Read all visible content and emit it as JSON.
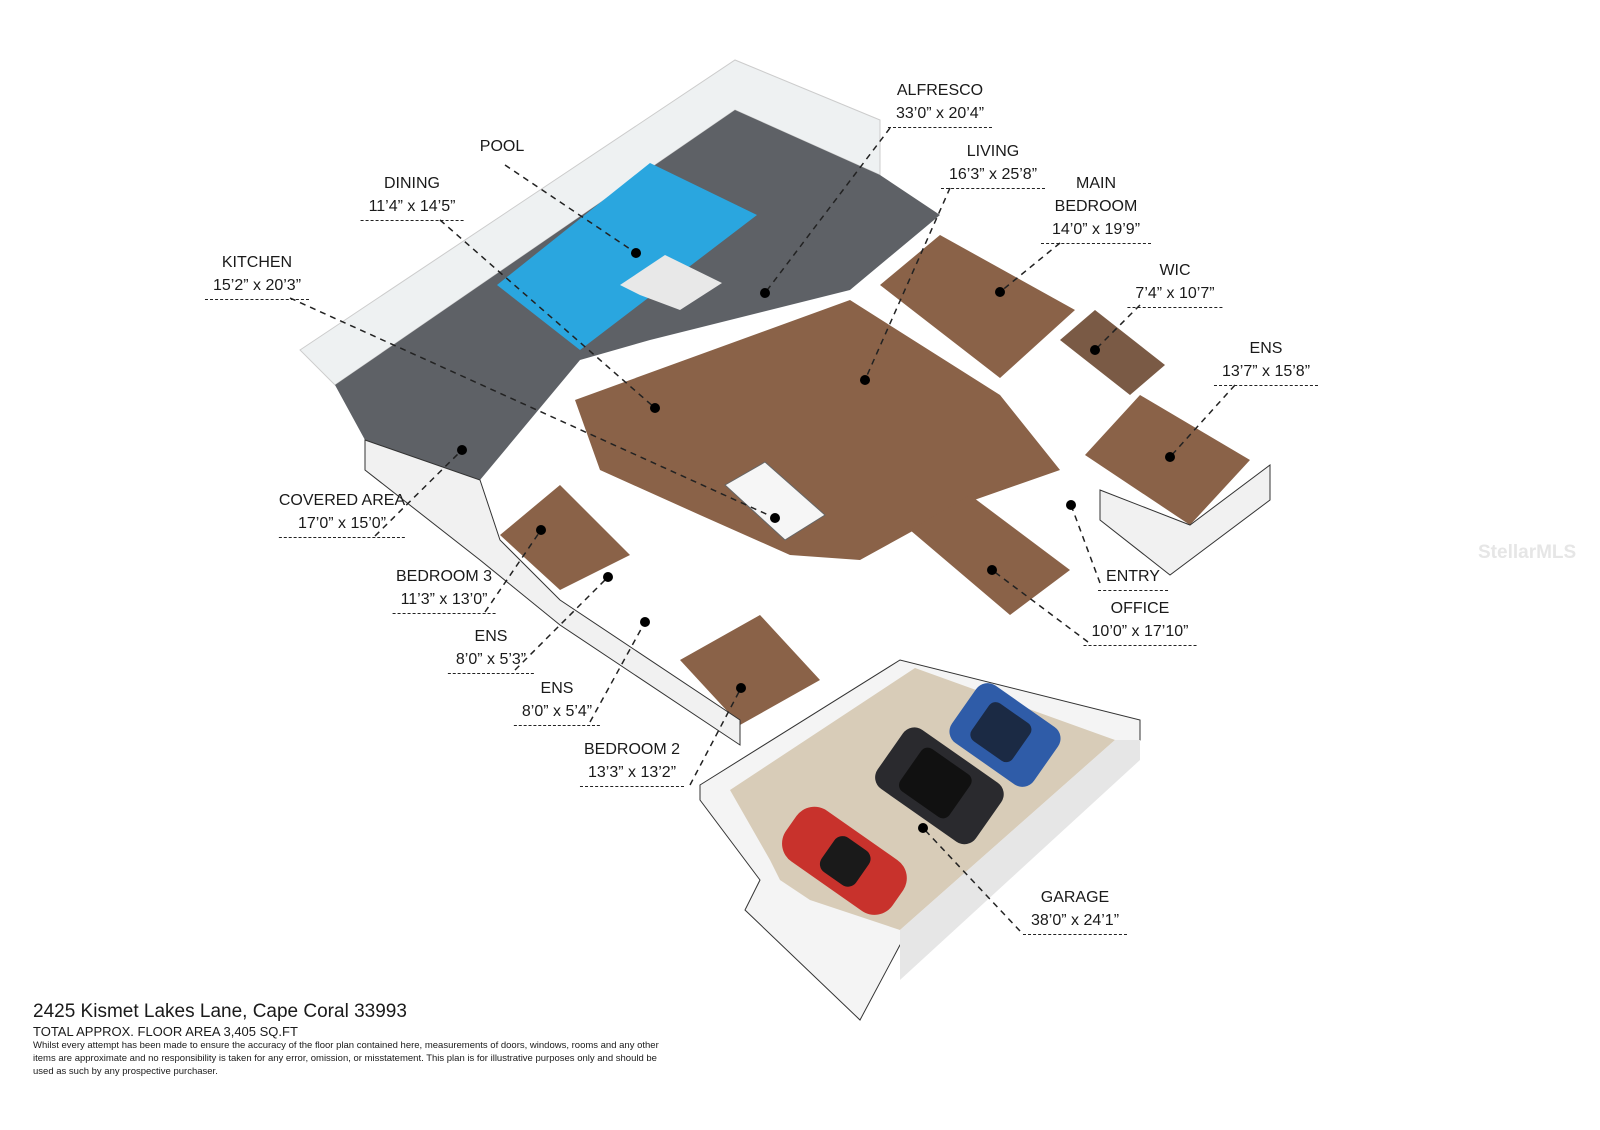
{
  "rooms": [
    {
      "name": "ALFRESCO",
      "dim": "33’0” x 20’4”"
    },
    {
      "name": "LIVING",
      "dim": "16’3” x 25’8”"
    },
    {
      "name": "MAIN BEDROOM",
      "dim": "14’0” x 19’9”"
    },
    {
      "name": "WIC",
      "dim": "7’4” x 10’7”"
    },
    {
      "name": "ENS",
      "dim": "13’7” x 15’8”"
    },
    {
      "name": "POOL",
      "dim": ""
    },
    {
      "name": "DINING",
      "dim": "11’4” x 14’5”"
    },
    {
      "name": "KITCHEN",
      "dim": "15’2” x 20’3”"
    },
    {
      "name": "COVERED AREA",
      "dim": "17’0” x 15’0”"
    },
    {
      "name": "BEDROOM 3",
      "dim": "11’3” x 13’0”"
    },
    {
      "name": "ENS",
      "dim": "8’0” x 5’3”"
    },
    {
      "name": "ENS",
      "dim": "8’0” x 5’4”"
    },
    {
      "name": "BEDROOM 2",
      "dim": "13’3” x 13’2”"
    },
    {
      "name": "ENTRY",
      "dim": ""
    },
    {
      "name": "OFFICE",
      "dim": "10’0” x 17’10”"
    },
    {
      "name": "GARAGE",
      "dim": "38’0” x 24’1”"
    }
  ],
  "footer": {
    "address": "2425 Kismet Lakes Lane, Cape Coral 33993",
    "area": "TOTAL APPROX. FLOOR AREA 3,405 SQ.FT",
    "disclaimer": "Whilst every attempt has been made to ensure the accuracy of the floor plan contained here, measurements of doors, windows, rooms and any other items are approximate and no responsibility is taken for any error, omission, or misstatement. This plan is for illustrative purposes only and should be used as such by any prospective purchaser."
  },
  "watermark": "StellarMLS",
  "colors": {
    "pool": "#2aa6df",
    "deck": "#5a5d62",
    "wood": "#8a6248",
    "garage": "#d8ccb8",
    "wall": "#f1f1f1"
  }
}
